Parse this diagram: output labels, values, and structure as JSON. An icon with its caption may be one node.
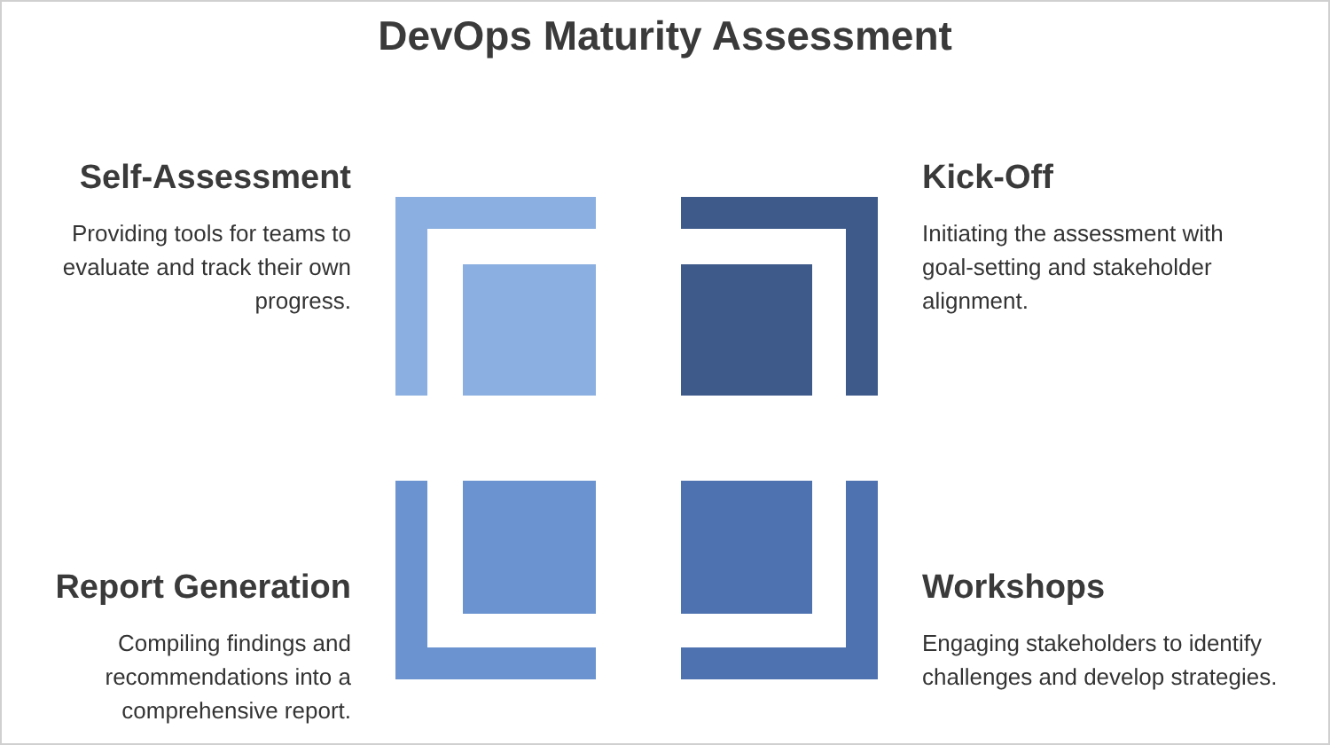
{
  "diagram": {
    "title": "DevOps Maturity Assessment",
    "nodes": [
      {
        "text": [
          "Self-Assessment",
          "Providing tools for teams to evaluate and track their own progress."
        ]
      },
      {
        "text": [
          "Kick-Off",
          "Initiating the assessment with goal-setting and stakeholder alignment."
        ]
      },
      {
        "text": [
          "Report Generation",
          "Compiling findings and recommendations into a comprehensive report."
        ]
      },
      {
        "text": [
          "Workshops",
          "Engaging stakeholders to identify challenges and develop strategies."
        ]
      }
    ],
    "edges": []
  }
}
